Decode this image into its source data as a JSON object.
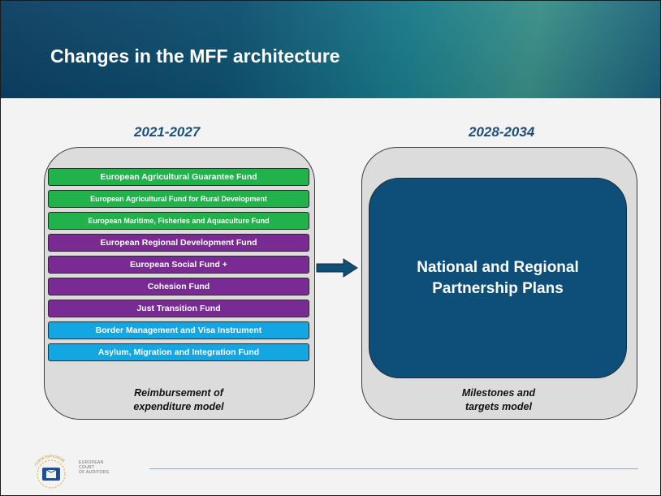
{
  "title": "Changes in the MFF architecture",
  "left": {
    "period": "2021-2027",
    "funds": [
      {
        "label": "European Agricultural Guarantee Fund",
        "color": "#21b24b"
      },
      {
        "label": "European Agricultural Fund for Rural Development",
        "color": "#21b24b"
      },
      {
        "label": "European Maritime, Fisheries and Aquaculture Fund",
        "color": "#21b24b"
      },
      {
        "label": "European Regional Development Fund",
        "color": "#7a2b93"
      },
      {
        "label": "European Social Fund +",
        "color": "#7a2b93"
      },
      {
        "label": "Cohesion Fund",
        "color": "#7a2b93"
      },
      {
        "label": "Just Transition Fund",
        "color": "#7a2b93"
      },
      {
        "label": "Border Management and Visa Instrument",
        "color": "#14a6e3"
      },
      {
        "label": "Asylum, Migration and Integration Fund",
        "color": "#14a6e3"
      }
    ],
    "caption": [
      "Reimbursement of",
      "expenditure model"
    ]
  },
  "right": {
    "period": "2028-2034",
    "box_text": [
      "National and Regional",
      "Partnership Plans"
    ],
    "caption": [
      "Milestones and",
      "targets model"
    ]
  },
  "logo": {
    "arc_text": "CURIA RATIONUM",
    "lines": [
      "EUROPEAN",
      "COURT",
      "OF AUDITORS"
    ]
  },
  "colors": {
    "header": "#0e5070",
    "agriculture": "#21b24b",
    "cohesion": "#7a2b93",
    "home_affairs": "#14a6e3",
    "plans_box": "#0e4f7a",
    "period_text": "#1b4f7a"
  }
}
